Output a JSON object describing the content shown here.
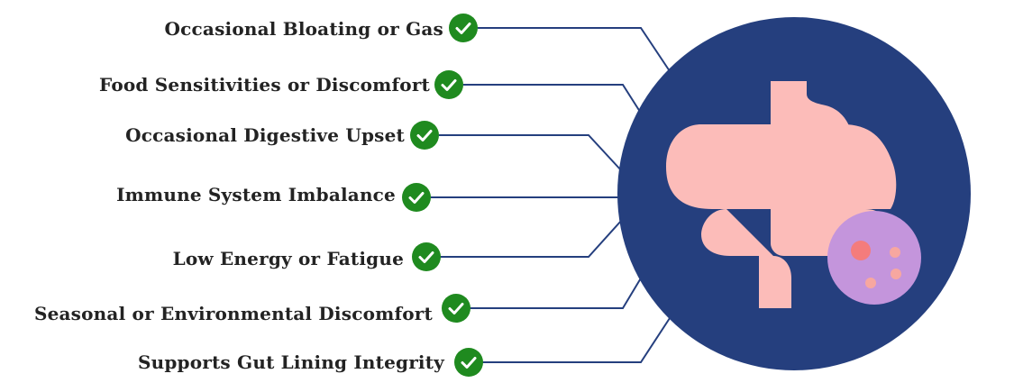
{
  "diagram": {
    "benefits": [
      {
        "label": "Occasional Bloating or Gas"
      },
      {
        "label": "Food Sensitivities or Discomfort"
      },
      {
        "label": "Occasional Digestive Upset"
      },
      {
        "label": "Immune System Imbalance"
      },
      {
        "label": "Low Energy or Fatigue"
      },
      {
        "label": "Seasonal or Environmental Discomfort"
      },
      {
        "label": "Supports Gut Lining Integrity"
      }
    ],
    "colors": {
      "circle": "#253f7e",
      "connector": "#253f7e",
      "check": "#1f8a1f",
      "intestine": "#fcbcb9",
      "microbe_cell": "#c495dc",
      "microbe_dot": "#f47c7c",
      "microbe_dot_light": "#f7a7a0",
      "text": "#232323"
    },
    "icons": {
      "check": "check-circle-icon",
      "illustration": "intestine-icon",
      "microbe": "microbe-cell-icon"
    }
  }
}
